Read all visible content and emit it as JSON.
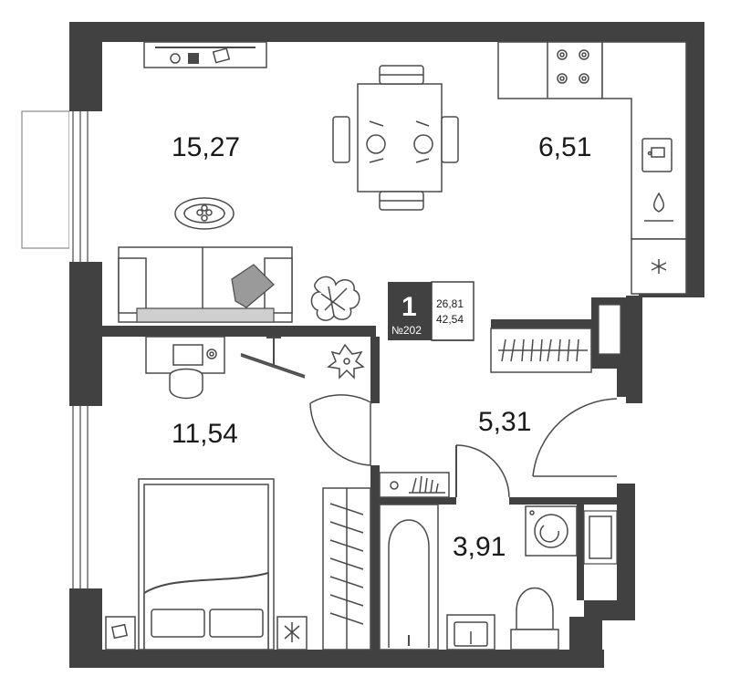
{
  "apartment": {
    "rooms_count": "1",
    "number": "№202",
    "living_area": "26,81",
    "total_area": "42,54"
  },
  "rooms": {
    "living_room": "15,27",
    "kitchen": "6,51",
    "bedroom": "11,54",
    "hallway": "5,31",
    "bathroom": "3,91"
  },
  "colors": {
    "wall": "#414141",
    "line": "#4a4a4a",
    "accent_gray": "#9a9a9a"
  },
  "icons": [
    "stove-icon",
    "sink-icon",
    "water-heater-icon",
    "fridge-icon",
    "plant-icon",
    "washing-machine-icon",
    "toilet-icon",
    "bathtub-icon",
    "radiator-icon"
  ]
}
